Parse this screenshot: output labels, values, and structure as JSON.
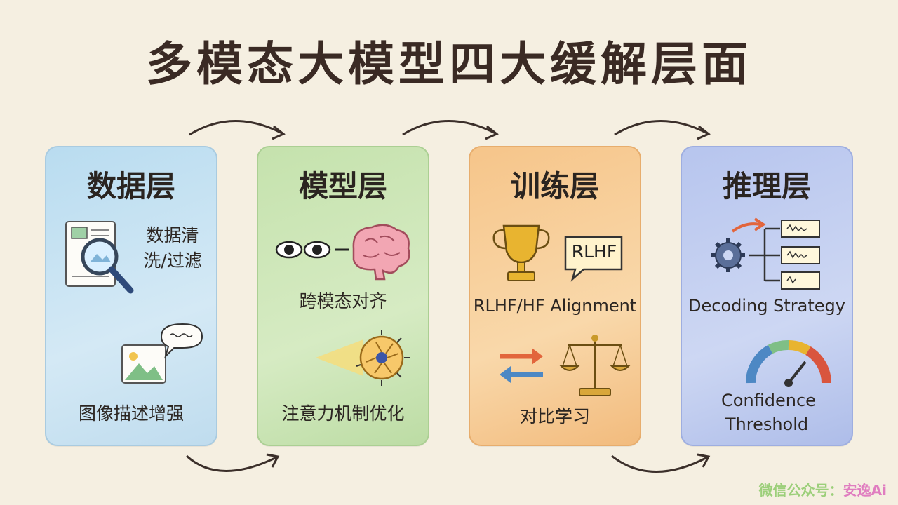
{
  "title": "多模态大模型四大缓解层面",
  "layers": [
    {
      "title": "数据层",
      "items": [
        "数据清洗/过滤",
        "图像描述增强"
      ]
    },
    {
      "title": "模型层",
      "items": [
        "跨模态对齐",
        "注意力机制优化"
      ]
    },
    {
      "title": "训练层",
      "badge": "RLHF",
      "items": [
        "RLHF/HF Alignment",
        "对比学习"
      ]
    },
    {
      "title": "推理层",
      "items": [
        "Decoding Strategy",
        "Confidence Threshold"
      ]
    }
  ],
  "watermark": {
    "prefix": "微信公众号：",
    "brand": "安逸Ai"
  },
  "colors": {
    "data": "#b9dcf0",
    "model": "#c5e2ad",
    "train": "#f6c58a",
    "infer": "#b7c5ee"
  },
  "icons": [
    "document-magnifier-icon",
    "image-caption-icon",
    "eyes-brain-icon",
    "attention-cell-icon",
    "trophy-icon",
    "speech-bubble-icon",
    "swap-arrows-icon",
    "balance-scale-icon",
    "gear-branch-icon",
    "gauge-icon"
  ]
}
